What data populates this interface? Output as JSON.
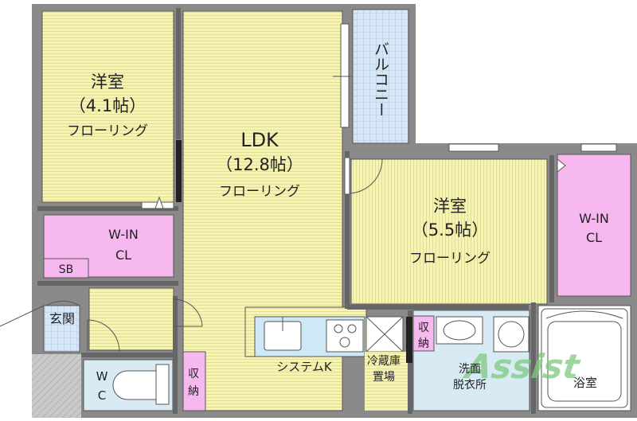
{
  "rooms": {
    "western_room_1": {
      "name": "洋室",
      "size": "（4.1帖）",
      "floor": "フローリング"
    },
    "ldk": {
      "name": "LDK",
      "size": "（12.8帖）",
      "floor": "フローリング"
    },
    "balcony": {
      "name": "バルコニー"
    },
    "western_room_2": {
      "name": "洋室",
      "size": "（5.5帖）",
      "floor": "フローリング"
    },
    "walk_in_closet_1": {
      "line1": "W-IN",
      "line2": "CL"
    },
    "walk_in_closet_2": {
      "line1": "W-IN",
      "line2": "CL"
    },
    "shoe_box": {
      "name": "SB"
    },
    "entrance": {
      "name": "玄関"
    },
    "toilet": {
      "line1": "W",
      "line2": "C"
    },
    "storage_1": {
      "line1": "収",
      "line2": "納"
    },
    "storage_2": {
      "line1": "収",
      "line2": "納"
    },
    "system_kitchen": {
      "name": "システムK"
    },
    "fridge_space": {
      "line1": "冷蔵庫",
      "line2": "置場"
    },
    "washroom": {
      "line1": "洗面",
      "line2": "脱衣所"
    },
    "bathroom": {
      "name": "浴室"
    }
  },
  "watermark": {
    "text": "Assist"
  },
  "colors": {
    "room": "#f7f3b0",
    "closet": "#f7b8ef",
    "balcony": "#d6e6f5",
    "wet_area": "#d8ebf5",
    "kitchen": "#cfe8f5",
    "wall": "#777777",
    "outline": "#333333",
    "watermark": "#7fc97f"
  }
}
